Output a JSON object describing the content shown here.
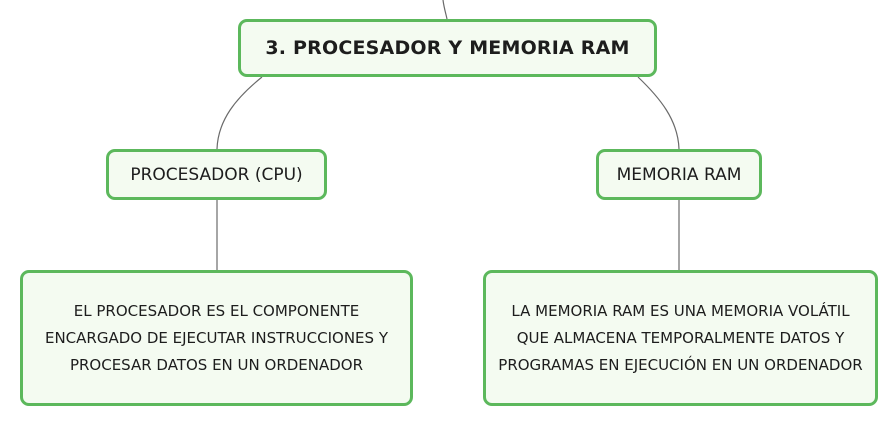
{
  "diagram": {
    "root": {
      "label": "3. PROCESADOR Y MEMORIA RAM"
    },
    "branches": [
      {
        "label": "PROCESADOR (CPU)",
        "description": "EL PROCESADOR ES EL COMPONENTE ENCARGADO DE EJECUTAR INSTRUCCIONES Y PROCESAR DATOS EN UN ORDENADOR"
      },
      {
        "label": "MEMORIA RAM",
        "description": "LA MEMORIA RAM ES UNA MEMORIA VOLÁTIL QUE ALMACENA TEMPORALMENTE DATOS Y PROGRAMAS EN EJECUCIÓN EN UN ORDENADOR"
      }
    ]
  },
  "colors": {
    "node_border": "#5cb85c",
    "node_fill": "#f4fbf1",
    "connector": "#6a6a6a",
    "text": "#1d1d1d"
  }
}
